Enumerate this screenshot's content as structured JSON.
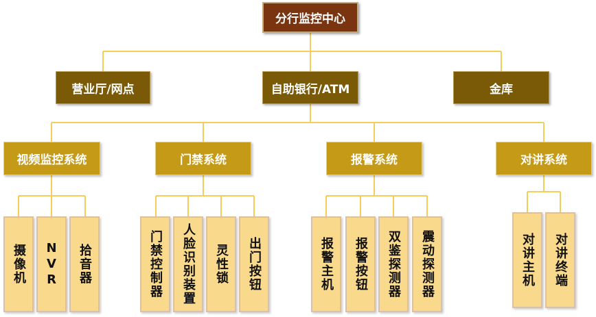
{
  "root": {
    "label": "分行监控中心"
  },
  "level1": [
    {
      "label": "营业厅/网点"
    },
    {
      "label": "自助银行/ATM"
    },
    {
      "label": "金库"
    }
  ],
  "systems": [
    {
      "label": "视频监控系统",
      "children": [
        "摄像机",
        "NVR",
        "拾音器"
      ]
    },
    {
      "label": "门禁系统",
      "children": [
        "门禁控制器",
        "人脸识别装置",
        "灵性锁",
        "出门按钮"
      ]
    },
    {
      "label": "报警系统",
      "children": [
        "报警主机",
        "报警按钮",
        "双鉴探测器",
        "震动探测器"
      ]
    },
    {
      "label": "对讲系统",
      "children": [
        "对讲主机",
        "对讲终端"
      ]
    }
  ],
  "colors": {
    "root_fill": "#7a3510",
    "level1_fill": "#7b5a07",
    "system_fill": "#c49a16",
    "leaf_fill": "#f9d98c",
    "connector": "#f3cf5a"
  }
}
